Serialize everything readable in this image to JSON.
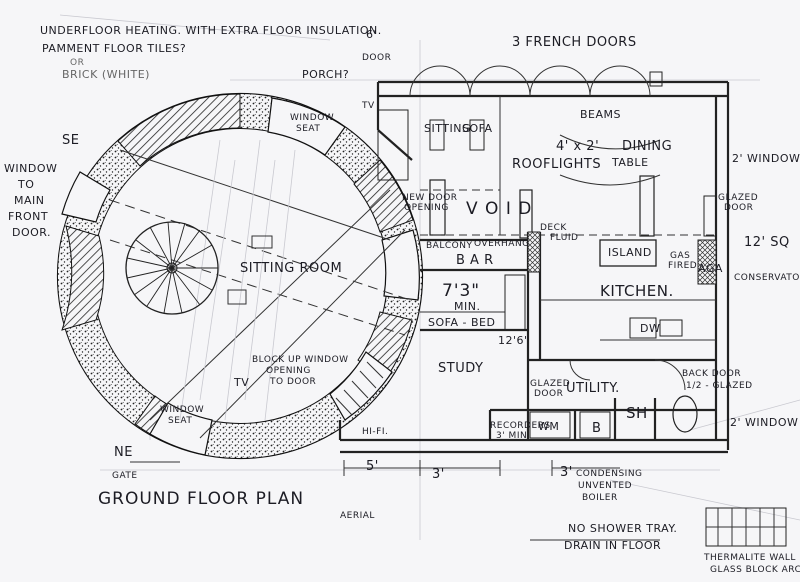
{
  "notes": {
    "line1": "UNDERFLOOR HEATING. WITH EXTRA FLOOR INSULATION.",
    "line2": "PAMMENT FLOOR TILES?",
    "line3": "OR",
    "line4": "BRICK (WHITE)"
  },
  "labels": {
    "six_ft": "6'",
    "door": "DOOR",
    "french_doors": "3 FRENCH DOORS",
    "porch": "PORCH?",
    "se": "SE",
    "window_front": [
      "WINDOW",
      "TO",
      "MAIN",
      "FRONT",
      "DOOR."
    ],
    "window_seat_top": [
      "WINDOW",
      "SEAT"
    ],
    "window_seat_bottom": [
      "WINDOW",
      "SEAT"
    ],
    "tv_top": "TV",
    "sitting": "SITTING",
    "sofa": "SOFA",
    "beams": "BEAMS",
    "rooflights": "4' x 2'",
    "dining": "DINING",
    "rooflights2": "ROOFLIGHTS",
    "table": "TABLE",
    "window_2": "2' WINDOW",
    "new_door": [
      "NEW DOOR",
      "OPENING"
    ],
    "void": "V O I D",
    "glazed_door_top": [
      "GLAZED",
      "DOOR"
    ],
    "balcony": "BALCONY",
    "overhang": "OVERHANG",
    "bar": "B A R",
    "deck_fluid": [
      "DECK",
      "FLUID"
    ],
    "island": "ISLAND",
    "gas_fired": [
      "GAS",
      "FIRED"
    ],
    "aga": "AGA",
    "sq_12": "12' SQ",
    "conservatory": "CONSERVATORY",
    "sitting_room": "SITTING ROOM",
    "size_7_3": "7'3\"",
    "min": "MIN.",
    "kitchen": "KITCHEN.",
    "sofa_bed": "SOFA - BED",
    "size_12_6": "12'6\"",
    "dw": "DW",
    "block_up": [
      "BLOCK UP WINDOW",
      "OPENING",
      "TO DOOR"
    ],
    "tv_circle": "TV",
    "study": "STUDY",
    "glazed_door_mid": [
      "GLAZED",
      "DOOR"
    ],
    "utility": "UTILITY.",
    "back_door": [
      "BACK DOOR",
      "1/2 - GLAZED"
    ],
    "recorders": [
      "RECORDERS",
      "3' MIN"
    ],
    "wm": "WM",
    "b": "B",
    "sh": "SH",
    "window_2b": "2' WINDOW",
    "hifi": "HI-FI.",
    "ne": "NE",
    "five_ft": "5'",
    "three_ft_a": "3'",
    "three_ft_b": "3'",
    "condensing": [
      "CONDENSING",
      "UNVENTED",
      "BOILER"
    ],
    "gate": "GATE",
    "title": "GROUND FLOOR PLAN",
    "aerial": "AERIAL",
    "no_shower": [
      "NO SHOWER TRAY.",
      "DRAIN IN FLOOR"
    ],
    "legend": [
      "THERMALITE WALL",
      "GLASS BLOCK ARCH"
    ]
  }
}
